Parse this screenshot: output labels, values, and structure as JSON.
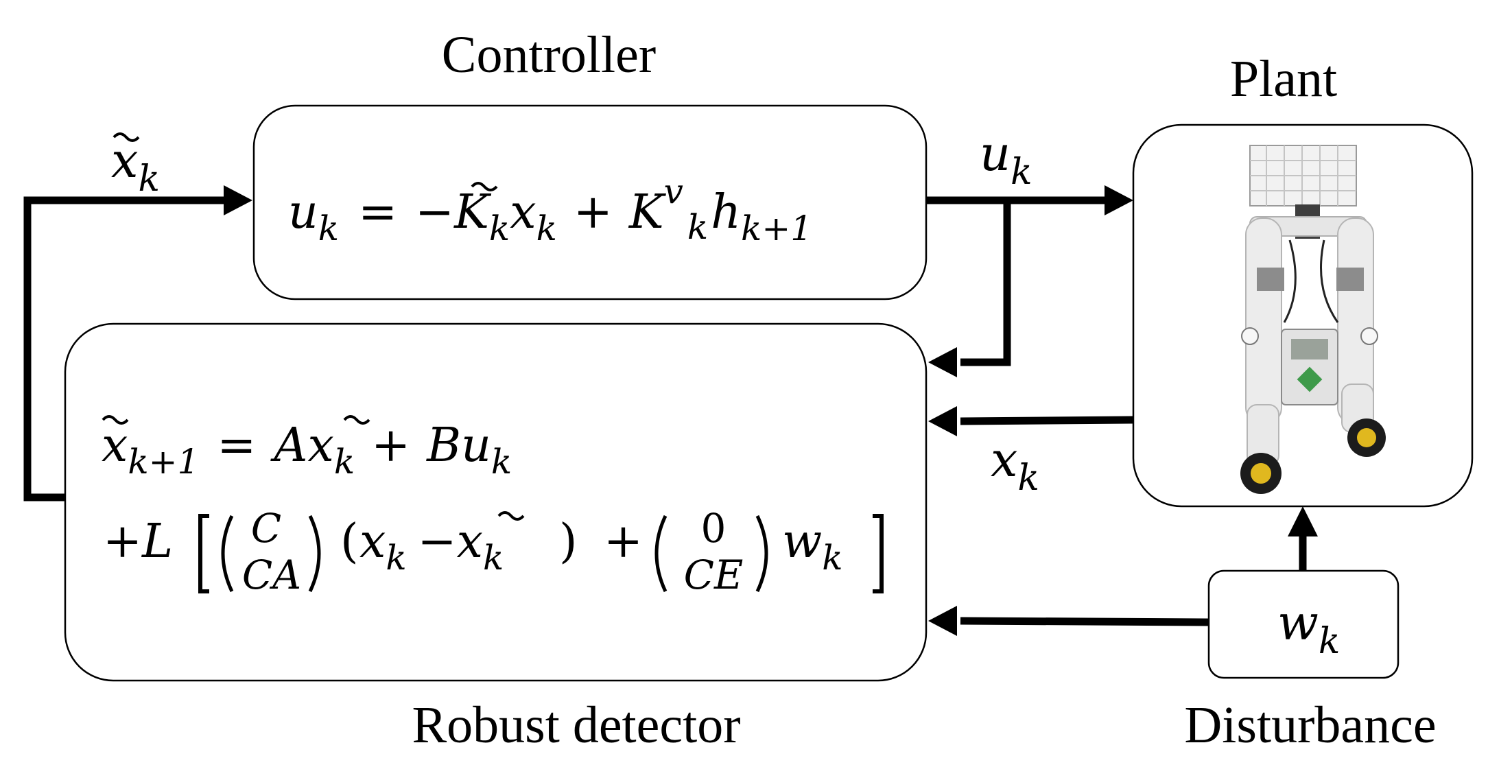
{
  "labels": {
    "controller": "Controller",
    "plant": "Plant",
    "detector": "Robust detector",
    "disturbance": "Disturbance"
  },
  "signals": {
    "x_tilde": {
      "base": "x",
      "sub": "k"
    },
    "u": {
      "base": "u",
      "sub": "k"
    },
    "x": {
      "base": "x",
      "sub": "k"
    },
    "w": {
      "base": "w",
      "sub": "k"
    }
  },
  "equations": {
    "controller": {
      "u": "u",
      "k": "k",
      "eq": "=",
      "minus": "−",
      "K": "K",
      "plus": "+",
      "v": "v",
      "h": "h",
      "k1": "k+1"
    },
    "detector_line1": {
      "x": "x",
      "k1": "k+1",
      "eq": "=",
      "A": "A",
      "k": "k",
      "plus": "+",
      "B": "B",
      "u": "u"
    },
    "detector_line2": {
      "plusL": "+L",
      "C": "C",
      "CA": "CA",
      "x": "x",
      "k": "k",
      "minus": "−",
      "plus": "+",
      "zero": "0",
      "CE": "CE",
      "w": "w"
    }
  },
  "colors": {
    "ink": "#000000",
    "box_fill": "#ffffff",
    "robot_body": "#e9e9e9",
    "robot_shadow": "#b8b8b8",
    "robot_dark": "#4a4a4a",
    "wheel_tire": "#1c1c1c",
    "wheel_hub": "#e0b81f"
  },
  "icons": {
    "plant_image": "legged-wheeled-robot-photo"
  }
}
